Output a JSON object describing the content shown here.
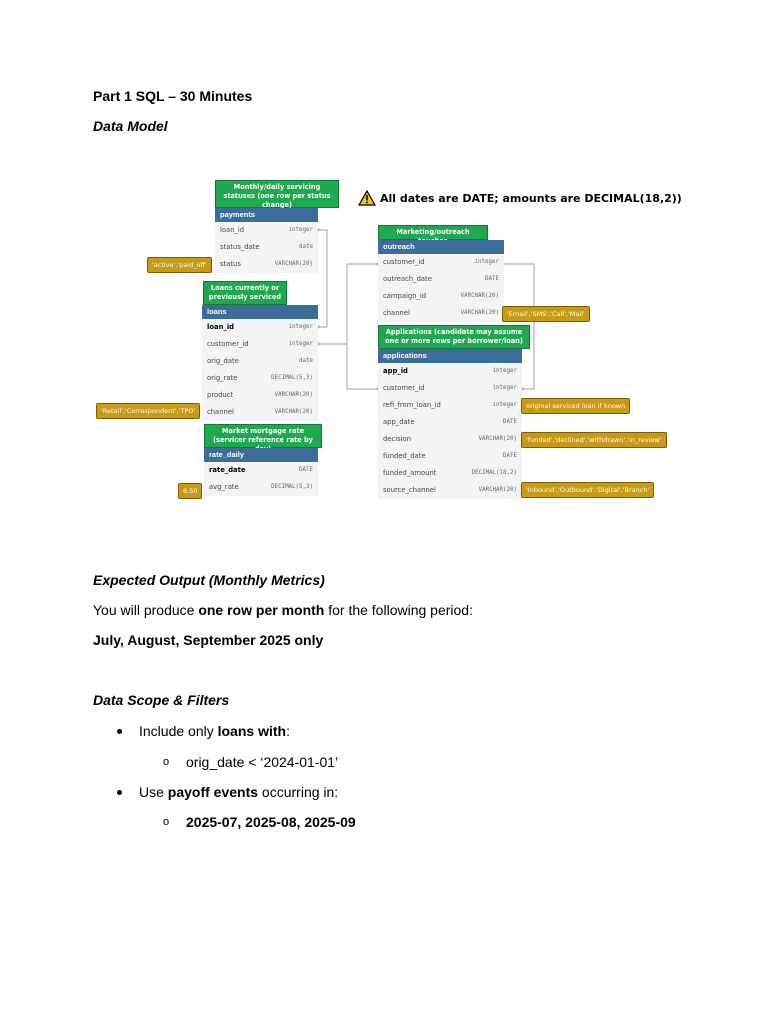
{
  "part_title": "Part 1 SQL – 30 Minutes",
  "data_model_heading": "Data Model",
  "diagram": {
    "warning": "All dates are DATE; amounts are DECIMAL(18,2))",
    "notes": {
      "payments": "Monthly/daily servicing statuses (one row per status change)",
      "loans": "Loans currently or previously serviced",
      "rate_daily": "Market mortgage rate (servicer reference rate by day)",
      "outreach": "Marketing/outreach touches",
      "applications": "Applications (candidate may assume one or more rows per borrower/loan)"
    },
    "tags": {
      "status": "'active','paid_off'",
      "channel": "'Retail','Correspondent','TPO'",
      "avg_rate": "6.50",
      "outreach_channel": "'Email','SMS','Call','Mail'",
      "refi": "original serviced loan if known",
      "decision": "'funded','declined','withdrawn','in_review'",
      "source_channel": "'Inbound','Outbound','Digital','Branch'"
    },
    "tables": {
      "payments": {
        "name": "payments",
        "rows": [
          {
            "name": "loan_id",
            "type": "integer"
          },
          {
            "name": "status_date",
            "type": "date"
          },
          {
            "name": "status",
            "type": "VARCHAR(20)"
          }
        ]
      },
      "loans": {
        "name": "loans",
        "rows": [
          {
            "name": "loan_id",
            "type": "integer"
          },
          {
            "name": "customer_id",
            "type": "integer"
          },
          {
            "name": "orig_date",
            "type": "date"
          },
          {
            "name": "orig_rate",
            "type": "DECIMAL(5,3)"
          },
          {
            "name": "product",
            "type": "VARCHAR(20)"
          },
          {
            "name": "channel",
            "type": "VARCHAR(20)"
          }
        ]
      },
      "rate_daily": {
        "name": "rate_daily",
        "rows": [
          {
            "name": "rate_date",
            "type": "DATE"
          },
          {
            "name": "avg_rate",
            "type": "DECIMAL(5,3)"
          }
        ]
      },
      "outreach": {
        "name": "outreach",
        "rows": [
          {
            "name": "customer_id",
            "type": "integer"
          },
          {
            "name": "outreach_date",
            "type": "DATE"
          },
          {
            "name": "campaign_id",
            "type": "VARCHAR(20)"
          },
          {
            "name": "channel",
            "type": "VARCHAR(20)"
          }
        ]
      },
      "applications": {
        "name": "applications",
        "rows": [
          {
            "name": "app_id",
            "type": "integer"
          },
          {
            "name": "customer_id",
            "type": "integer"
          },
          {
            "name": "refi_from_loan_id",
            "type": "integer"
          },
          {
            "name": "app_date",
            "type": "DATE"
          },
          {
            "name": "decision",
            "type": "VARCHAR(20)"
          },
          {
            "name": "funded_date",
            "type": "DATE"
          },
          {
            "name": "funded_amount",
            "type": "DECIMAL(18,2)"
          },
          {
            "name": "source_channel",
            "type": "VARCHAR(20)"
          }
        ]
      }
    }
  },
  "expected_output_heading": "Expected Output (Monthly Metrics)",
  "produce_line": {
    "pre": "You will produce ",
    "bold": "one row per month",
    "post": " for the following period:"
  },
  "period": "July, August, September 2025 only",
  "scope_heading": "Data Scope & Filters",
  "bullet1": {
    "pre": "Include only ",
    "bold": "loans with",
    "post": ":"
  },
  "sub1": "orig_date < ‘2024-01-01’",
  "bullet2": {
    "pre": "Use ",
    "bold": "payoff events",
    "post": " occurring in:"
  },
  "sub2": "2025-07, 2025-08, 2025-09",
  "sub_marker": "o"
}
